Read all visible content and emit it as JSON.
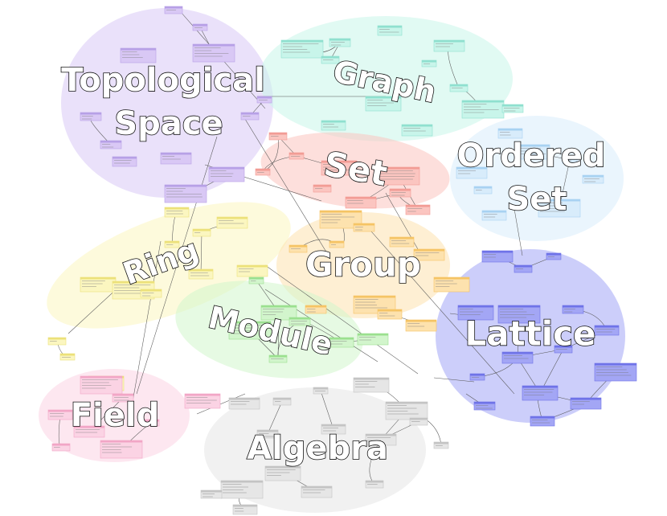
{
  "regions": [
    {
      "id": "topological-space",
      "label_lines": [
        "Topological",
        "Space"
      ],
      "fill": "#d9c8f5",
      "border": "#b7a0e6"
    },
    {
      "id": "graph",
      "label_lines": [
        "Graph"
      ],
      "fill": "#c8f5ea",
      "border": "#8fe0cf"
    },
    {
      "id": "ordered-set",
      "label_lines": [
        "Ordered",
        "Set"
      ],
      "fill": "#d8ecfb",
      "border": "#a8d2f2"
    },
    {
      "id": "set",
      "label_lines": [
        "Set"
      ],
      "fill": "#fbc5c0",
      "border": "#f29c95"
    },
    {
      "id": "ring",
      "label_lines": [
        "Ring"
      ],
      "fill": "#fbf6c0",
      "border": "#ece17a"
    },
    {
      "id": "group",
      "label_lines": [
        "Group"
      ],
      "fill": "#fde2ae",
      "border": "#f5c465"
    },
    {
      "id": "module",
      "label_lines": [
        "Module"
      ],
      "fill": "#d2f5cc",
      "border": "#9be08f"
    },
    {
      "id": "lattice",
      "label_lines": [
        "Lattice"
      ],
      "fill": "#a3a6f5",
      "border": "#6f73e8"
    },
    {
      "id": "field",
      "label_lines": [
        "Field"
      ],
      "fill": "#fbd3e4",
      "border": "#f2a6c6"
    },
    {
      "id": "algebra",
      "label_lines": [
        "Algebra"
      ],
      "fill": "#e6e6e6",
      "border": "#c4c4c4"
    }
  ],
  "colors": {
    "edge": "#555555",
    "label_fill": "#ffffff",
    "label_stroke": "#111111"
  }
}
